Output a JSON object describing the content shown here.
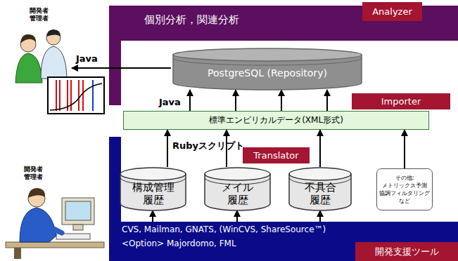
{
  "diagram": {
    "nodes": [
      {
        "text": [
          "個別分析，関連分析"
        ]
      },
      {
        "text": [
          "Analyzer"
        ]
      },
      {
        "text": [
          "PostgreSQL (Repository)"
        ],
        "in": 0
      },
      {
        "text": [
          "Importer"
        ]
      },
      {
        "text": [
          "標準エンピリカルデータ(XML形式)"
        ]
      },
      {
        "text": [
          "CVS, Mailman, GNATS, (WinCVS, ShareSource™)",
          "<Option> Majordomo, FML"
        ]
      },
      {
        "text": [
          "Translator"
        ],
        "in": 5
      },
      {
        "text": [
          "構成管理 履歴"
        ],
        "in": 5
      },
      {
        "text": [
          "メイル 履歴"
        ],
        "in": 5
      },
      {
        "text": [
          "不具合 履歴"
        ],
        "in": 5
      },
      {
        "text": [
          "その他: メトリックス予測 協調フィルタリング など"
        ],
        "in": 5
      },
      {
        "text": [
          "開発支援ツール"
        ],
        "in": 5
      }
    ],
    "edges": [
      {
        "from": 4,
        "to": 2,
        "arrow": "to"
      },
      {
        "from": 4,
        "to": 2,
        "arrow": "to"
      },
      {
        "from": 4,
        "to": 2,
        "arrow": "to"
      },
      {
        "from": 4,
        "to": 2,
        "arrow": "to"
      },
      {
        "from": 7,
        "to": 4,
        "arrow": "to"
      },
      {
        "from": 8,
        "to": 4,
        "arrow": "to"
      },
      {
        "from": 9,
        "to": 4,
        "arrow": "to"
      },
      {
        "from": 10,
        "to": 4,
        "arrow": "to"
      },
      {
        "from": 5,
        "to": 7,
        "arrow": "to"
      },
      {
        "from": 5,
        "to": 8,
        "arrow": "to"
      },
      {
        "from": 5,
        "to": 9,
        "arrow": "to"
      }
    ],
    "labels": [
      "開発者 管理者",
      "Java",
      "Java",
      "Rubyスクリプト",
      "開発者 管理者"
    ]
  }
}
